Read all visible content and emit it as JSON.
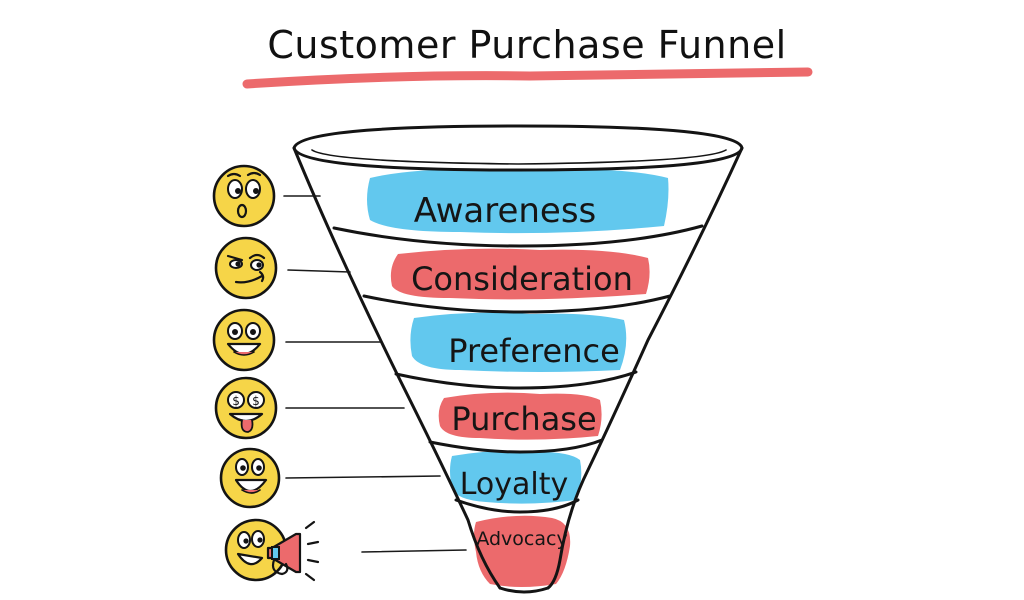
{
  "title": "Customer Purchase Funnel",
  "colors": {
    "blue_band": "#62c8ee",
    "red_band": "#ec6a6c",
    "title_underline": "#ec6a6c",
    "face_yellow": "#f6d548",
    "ink": "#141414"
  },
  "stages": [
    {
      "label": "Awareness",
      "band": "blue",
      "emoji": "surprised-face-icon"
    },
    {
      "label": "Consideration",
      "band": "red",
      "emoji": "thinking-face-icon"
    },
    {
      "label": "Preference",
      "band": "blue",
      "emoji": "happy-face-icon"
    },
    {
      "label": "Purchase",
      "band": "red",
      "emoji": "money-eyes-face-icon"
    },
    {
      "label": "Loyalty",
      "band": "blue",
      "emoji": "grinning-face-icon"
    },
    {
      "label": "Advocacy",
      "band": "red",
      "emoji": "megaphone-face-icon"
    }
  ]
}
